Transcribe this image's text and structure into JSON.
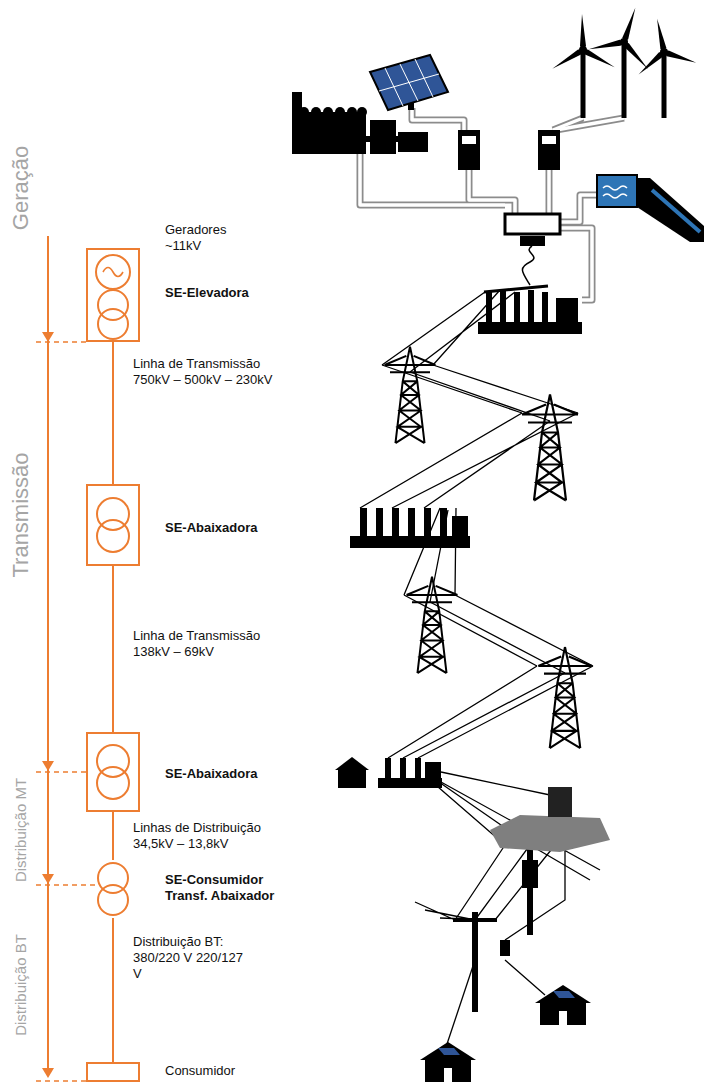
{
  "diagram": {
    "nodes": [
      {
        "text": [
          "Geradores ~11kV",
          "SE-Elevadora"
        ]
      },
      {
        "text": [
          "SE-Abaixadora"
        ]
      },
      {
        "text": [
          "SE-Abaixadora"
        ]
      },
      {
        "text": [
          "SE-Consumidor Transf. Abaixador"
        ]
      },
      {
        "text": [
          "Consumidor"
        ]
      }
    ],
    "edges": [
      {
        "from": 0,
        "to": 1,
        "arrow": "none",
        "label": "Linha de Transmissão 750kV – 500kV – 230kV"
      },
      {
        "from": 1,
        "to": 2,
        "arrow": "none",
        "label": "Linha de Transmissão 138kV – 69kV"
      },
      {
        "from": 2,
        "to": 3,
        "arrow": "none",
        "label": "Linhas de Distribuição 34,5kV – 13,8kV"
      },
      {
        "from": 3,
        "to": 4,
        "arrow": "none",
        "label": "Distribuição BT: 380/220 V 220/127 V"
      }
    ],
    "labels": [
      "Geração",
      "Transmissão",
      "Distribuição MT",
      "Distribuição BT"
    ]
  }
}
